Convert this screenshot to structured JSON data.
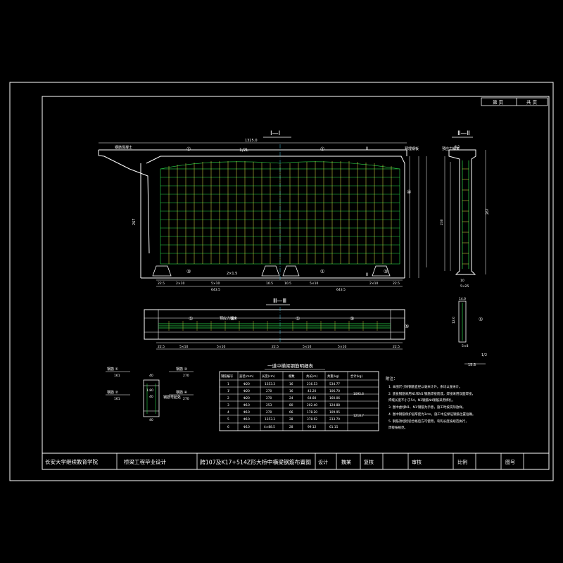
{
  "sheet": {
    "page_label": "第 页",
    "total_label": "共 页"
  },
  "section_i": {
    "title": "Ⅰ—Ⅰ",
    "total_dim": "1325.0",
    "segments": [
      "643.5",
      "643.5"
    ],
    "bottom_dims": [
      "22.5",
      "2×10",
      "5×10",
      "10.5",
      "10.5",
      "5×10",
      "2×10",
      "22.5"
    ],
    "callouts": [
      "①",
      "①",
      "③",
      "①",
      "③",
      "④"
    ],
    "labels": [
      "钢筋混凝土",
      "1/2L",
      "Ⅱ",
      "Ⅱ",
      "2×1.5",
      "预埋钢板"
    ],
    "height_dim": "267"
  },
  "section_ii": {
    "title": "Ⅱ—Ⅱ",
    "label": "预应力钢束",
    "dims": [
      "8.5",
      "230",
      "267",
      "10",
      "5×25"
    ]
  },
  "section_iii": {
    "title": "Ⅲ—Ⅲ",
    "label": "预应力钢束",
    "bottom_dims": [
      "22.5",
      "5×10",
      "5×10",
      "22.5",
      "5×10",
      "5×10",
      "22.5"
    ],
    "callouts": [
      "①",
      "③",
      "①",
      "③",
      "⑤"
    ]
  },
  "small_section": {
    "dims": [
      "14.0",
      "12.0",
      "5×8",
      "1/2",
      "15.5"
    ],
    "callout": "①"
  },
  "details": {
    "labels": [
      "钢筋 ①",
      "钢筋 ②",
      "钢筋 ③",
      "钢筋 ④"
    ],
    "dims": [
      "161",
      "40",
      "270",
      "40",
      "1.80",
      "161",
      "40",
      "270"
    ],
    "center_label": "钢筋弯起处"
  },
  "table": {
    "title": "一道中横梁钢筋明细表",
    "headers": [
      "钢筋编号",
      "直径(mm)",
      "长度(cm)",
      "根数",
      "共长(m)",
      "共重(kg)",
      "合计(kg)"
    ],
    "rows": [
      [
        "1",
        "Φ20",
        "1353.3",
        "16",
        "216.53",
        "534.77",
        ""
      ],
      [
        "1'",
        "Φ20",
        "270",
        "16",
        "43.20",
        "106.70",
        "1095.6"
      ],
      [
        "2",
        "Φ20",
        "270",
        "24",
        "64.80",
        "160.06",
        ""
      ],
      [
        "3",
        "Φ10",
        "253",
        "80",
        "202.40",
        "124.88",
        ""
      ],
      [
        "4",
        "Φ10",
        "270",
        "66",
        "178.20",
        "109.95",
        "1218.7"
      ],
      [
        "5",
        "Φ10",
        "1353.3",
        "28",
        "378.92",
        "233.79",
        ""
      ],
      [
        "6",
        "Φ10",
        "4×88.5",
        "28",
        "99.12",
        "61.15",
        ""
      ]
    ]
  },
  "notes": {
    "title": "附注：",
    "items": [
      "1. 本图尺寸除钢筋直径以毫米计外，余均以厘米计。",
      "2. 底板钢筋采用N1和N1'钢筋焊接而成，焊接采用双面焊接，",
      "   焊缝长度不小于5d，N3钢筋N4钢筋采用绑扎。",
      "3. 图中虚线N1、N1'钢筋为示意，施工时按实际放样。",
      "4. 图中钢筋保护层厚度为3cm，施工中应保证钢筋位置准确。",
      "5. 钢筋须经检验合格后方可使用，弯钩长度按规范执行，",
      "   焊接按规范。"
    ]
  },
  "title_block": {
    "school": "长安大学继续教育学院",
    "course": "桥梁工程毕业设计",
    "drawing_title": "跨107及K17+514Z形大桥中横梁钢筋布置图",
    "design_label": "设计",
    "design_name": "魏某",
    "check_label": "复核",
    "review_label": "审核",
    "scale_label": "比例",
    "drawing_no_label": "图号"
  }
}
